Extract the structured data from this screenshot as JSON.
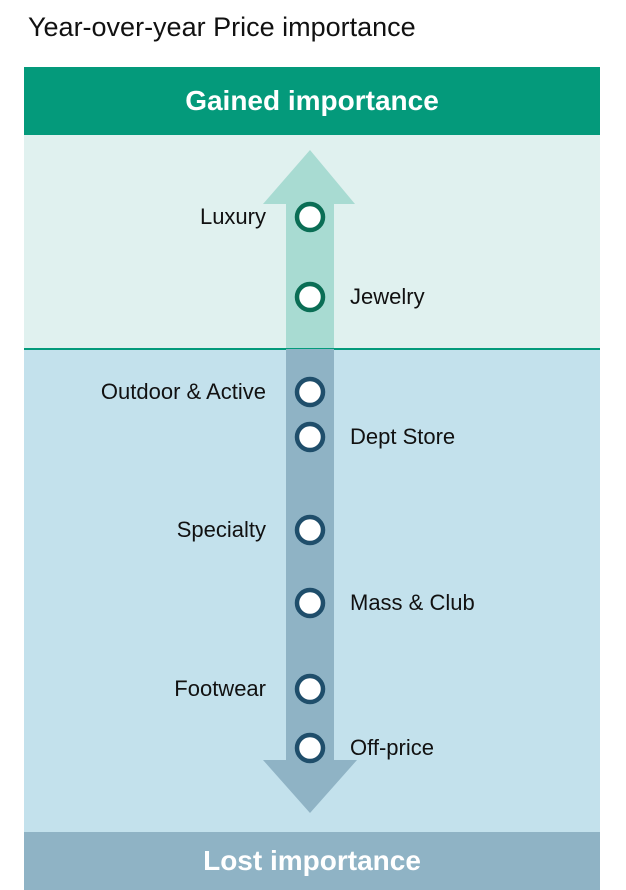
{
  "title": "Year-over-year Price importance",
  "top_label": "Gained importance",
  "bottom_label": "Lost importance",
  "colors": {
    "gained": "#049a7b",
    "lost": "#8fb3c5",
    "gained_circle": "#0a6e55",
    "lost_circle": "#1f4e6b"
  },
  "items": [
    {
      "label": "Luxury",
      "side": "left",
      "zone": "gained"
    },
    {
      "label": "Jewelry",
      "side": "right",
      "zone": "gained"
    },
    {
      "label": "Outdoor & Active",
      "side": "left",
      "zone": "lost"
    },
    {
      "label": "Dept Store",
      "side": "right",
      "zone": "lost"
    },
    {
      "label": "Specialty",
      "side": "left",
      "zone": "lost"
    },
    {
      "label": "Mass & Club",
      "side": "right",
      "zone": "lost"
    },
    {
      "label": "Footwear",
      "side": "left",
      "zone": "lost"
    },
    {
      "label": "Off-price",
      "side": "right",
      "zone": "lost"
    }
  ]
}
